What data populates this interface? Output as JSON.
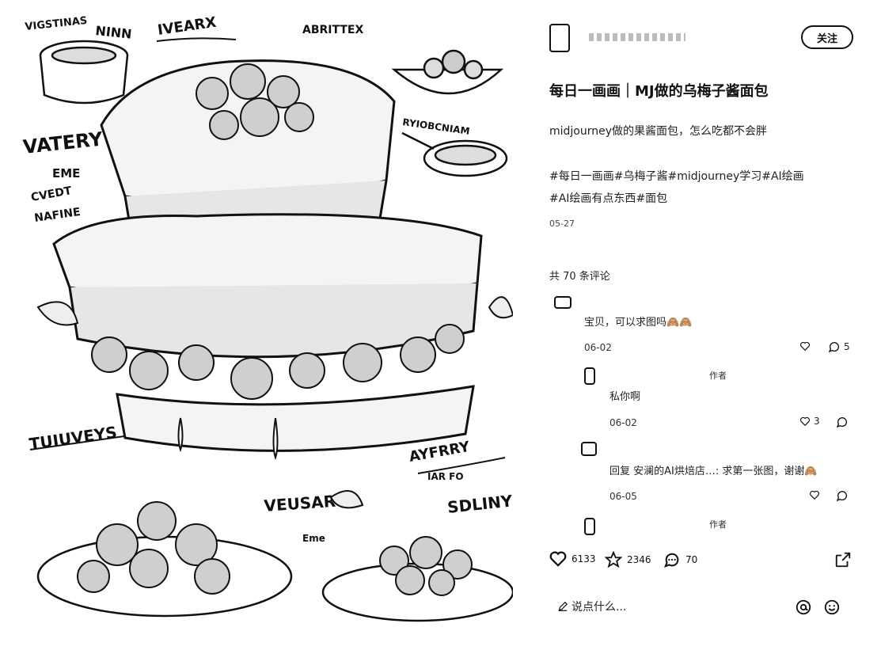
{
  "artwork": {
    "labels": [
      "VIGSTINAS",
      "NINN",
      "IVEARX",
      "ABRITTEX",
      "VATERY",
      "EME",
      "CVEDT",
      "NAFINE",
      "RYIOBCNIAM",
      "TUIUVEYS",
      "AYFRRY",
      "IAR FO",
      "VEUSAR",
      "Eme",
      "SDLINY"
    ]
  },
  "author": {
    "name": "",
    "follow_label": "关注"
  },
  "post": {
    "title": "每日一画画｜MJ做的乌梅子酱面包",
    "description": "midjourney做的果酱面包，怎么吃都不会胖",
    "tags": [
      "#每日一画画",
      "#乌梅子酱",
      "#midjourney学习",
      "#AI绘画",
      "#AI绘画有点东西",
      "#面包"
    ],
    "date": "05-27"
  },
  "comments_header": "共 70 条评论",
  "comments": [
    {
      "text": "宝贝，可以求图吗🙈🙈",
      "date": "06-02",
      "like_count": "",
      "reply_count": "5"
    },
    {
      "author_tag": "作者",
      "text": "私你啊",
      "date": "06-02",
      "like_count": "3",
      "reply_count": ""
    },
    {
      "text": "回复 安澜的AI烘焙店…: 求第一张图，谢谢🙈",
      "date": "06-05",
      "like_count": "",
      "reply_count": ""
    },
    {
      "author_tag": "作者"
    }
  ],
  "stats": {
    "likes": "6133",
    "favorites": "2346",
    "comments": "70"
  },
  "input": {
    "placeholder": "说点什么..."
  },
  "icons": {
    "like": "heart-icon",
    "favorite": "star-icon",
    "comment": "chat-bubble-icon",
    "share": "share-icon",
    "mention": "at-icon",
    "emoji": "smile-icon",
    "edit": "pencil-icon"
  }
}
